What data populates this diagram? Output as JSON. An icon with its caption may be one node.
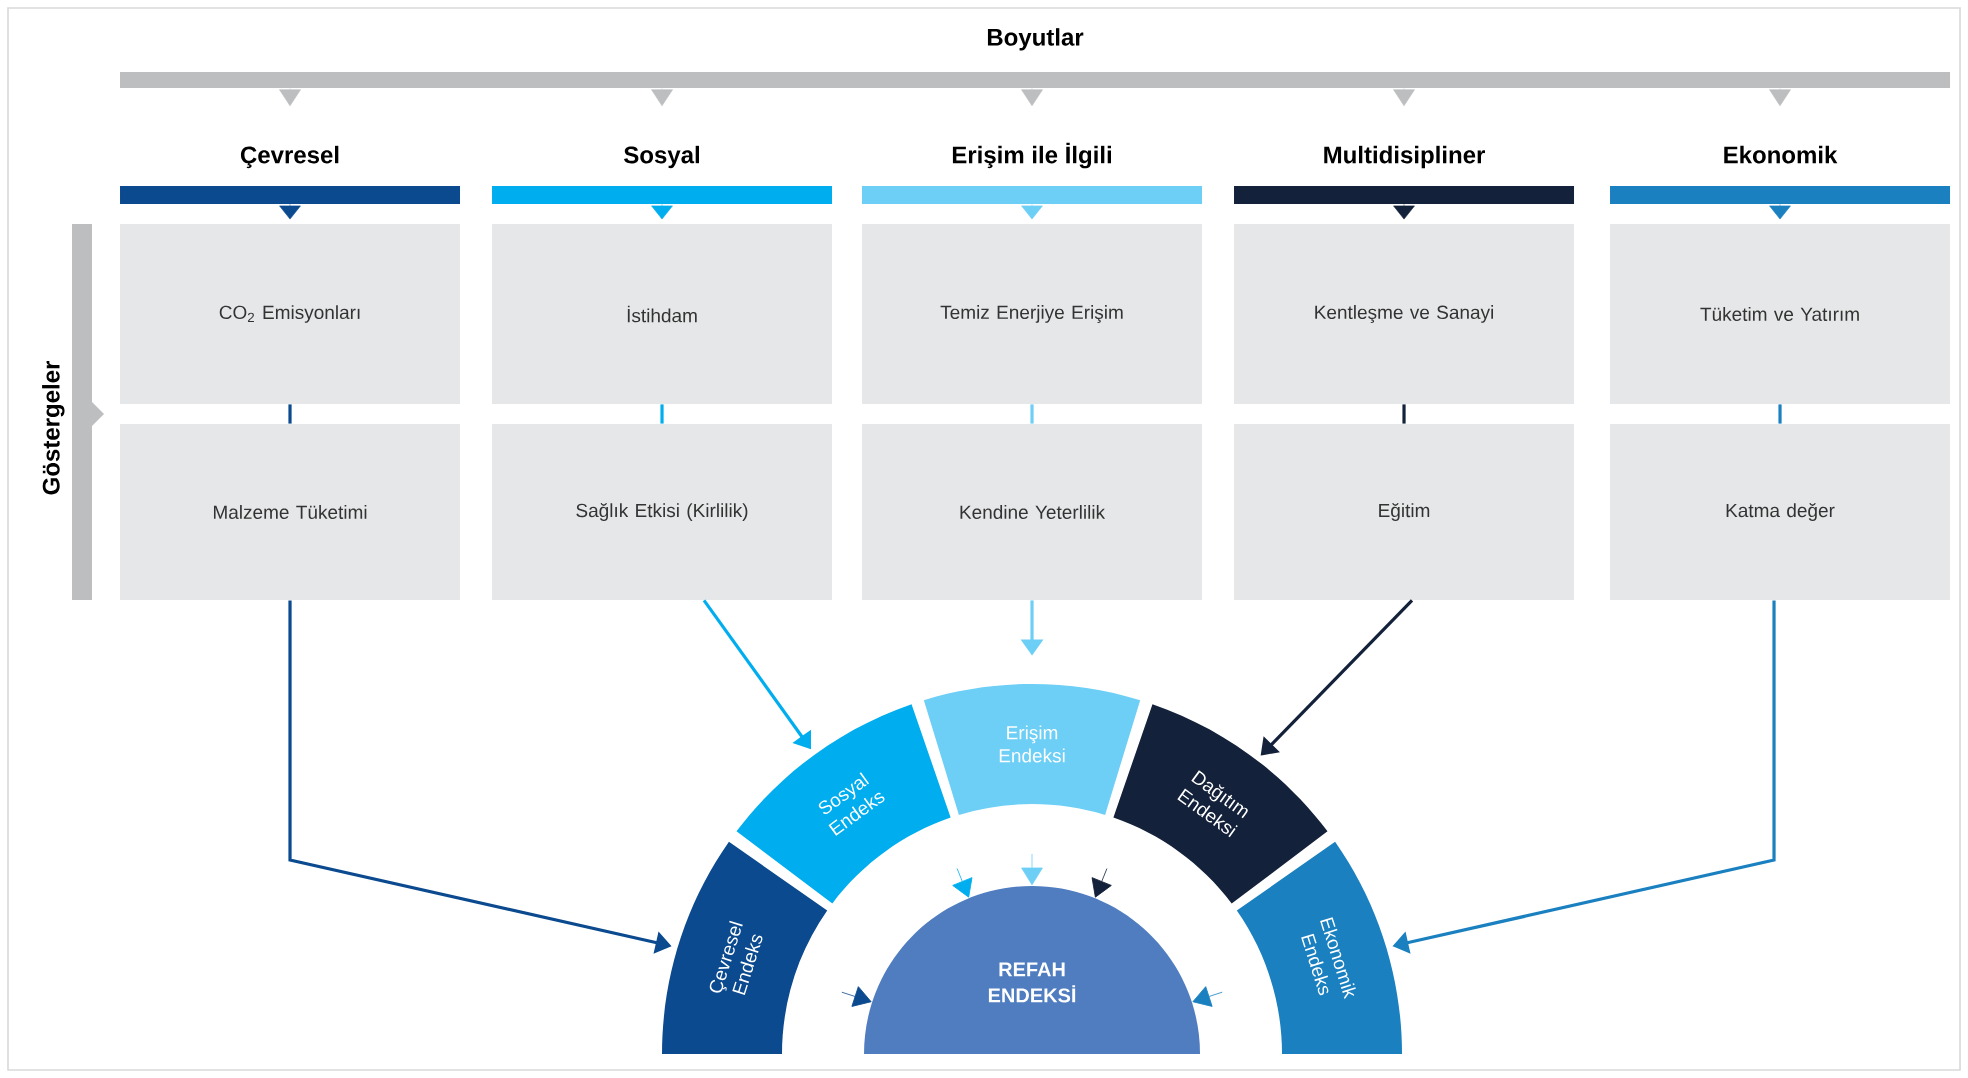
{
  "diagram": {
    "nodes": [
      {
        "text": [
          "Boyutlar"
        ]
      },
      {
        "text": [
          "Çevresel"
        ]
      },
      {
        "text": [
          "Sosyal"
        ]
      },
      {
        "text": [
          "Erişim ile İlgili"
        ]
      },
      {
        "text": [
          "Multidisipliner"
        ]
      },
      {
        "text": [
          "Ekonomik"
        ]
      },
      {
        "text": [
          "Göstergeler"
        ]
      },
      {
        "text": [
          "CO$_{2}$ Emisyonları"
        ]
      },
      {
        "text": [
          "İstihdam"
        ]
      },
      {
        "text": [
          "Temiz Enerjiye Erişim"
        ]
      },
      {
        "text": [
          "Kentleşme ve Sanayi"
        ]
      },
      {
        "text": [
          "Tüketim ve Yatırım"
        ]
      },
      {
        "text": [
          "Malzeme Tüketimi"
        ]
      },
      {
        "text": [
          "Sağlık Etkisi (Kirlilik)"
        ]
      },
      {
        "text": [
          "Kendine Yeterlilik"
        ]
      },
      {
        "text": [
          "Eğitim"
        ]
      },
      {
        "text": [
          "Katma değer"
        ]
      },
      {
        "text": [
          "Çevresel Endeks"
        ]
      },
      {
        "text": [
          "Sosyal Endeks"
        ]
      },
      {
        "text": [
          "Erişim Endeksi"
        ]
      },
      {
        "text": [
          "Dağıtım Endeksi"
        ]
      },
      {
        "text": [
          "Ekonomik Endeks"
        ]
      },
      {
        "text": [
          "REFAH ENDEKSİ"
        ]
      }
    ],
    "edges": [
      {
        "from": 0,
        "to": null,
        "arrow": "to",
        "color": "#bcbec0"
      },
      {
        "from": 0,
        "to": null,
        "arrow": "to",
        "color": "#bcbec0"
      },
      {
        "from": 0,
        "to": null,
        "arrow": "to",
        "color": "#bcbec0"
      },
      {
        "from": 0,
        "to": null,
        "arrow": "to",
        "color": "#bcbec0"
      },
      {
        "from": 0,
        "to": null,
        "arrow": "to",
        "color": "#bcbec0"
      },
      {
        "from": 1,
        "to": 7,
        "arrow": "to",
        "color": "#0b4a8f"
      },
      {
        "from": 2,
        "to": 8,
        "arrow": "to",
        "color": "#00aeef"
      },
      {
        "from": 3,
        "to": 9,
        "arrow": "to",
        "color": "#6dcff6"
      },
      {
        "from": 4,
        "to": 10,
        "arrow": "to",
        "color": "#13213a"
      },
      {
        "from": 5,
        "to": 11,
        "arrow": "to",
        "color": "#1a80c0"
      },
      {
        "from": 7,
        "to": 12,
        "arrow": "none",
        "color": "#0b4a8f"
      },
      {
        "from": 8,
        "to": 13,
        "arrow": "none",
        "color": "#00aeef"
      },
      {
        "from": 9,
        "to": 14,
        "arrow": "none",
        "color": "#6dcff6"
      },
      {
        "from": 10,
        "to": 15,
        "arrow": "none",
        "color": "#13213a"
      },
      {
        "from": 11,
        "to": 16,
        "arrow": "none",
        "color": "#1a80c0"
      },
      {
        "from": 12,
        "to": 17,
        "arrow": "to",
        "color": "#0b4a8f"
      },
      {
        "from": 13,
        "to": 18,
        "arrow": "to",
        "color": "#00aeef"
      },
      {
        "from": 14,
        "to": 19,
        "arrow": "to",
        "color": "#6dcff6"
      },
      {
        "from": 15,
        "to": 20,
        "arrow": "to",
        "color": "#13213a"
      },
      {
        "from": 16,
        "to": 21,
        "arrow": "to",
        "color": "#1a80c0"
      },
      {
        "from": null,
        "to": 22,
        "arrow": "to",
        "color": "#0b4a8f"
      },
      {
        "from": null,
        "to": 22,
        "arrow": "to",
        "color": "#00aeef"
      },
      {
        "from": null,
        "to": 22,
        "arrow": "to",
        "color": "#6dcff6"
      },
      {
        "from": null,
        "to": 22,
        "arrow": "to",
        "color": "#13213a"
      },
      {
        "from": null,
        "to": 22,
        "arrow": "to",
        "color": "#1a80c0"
      }
    ]
  }
}
